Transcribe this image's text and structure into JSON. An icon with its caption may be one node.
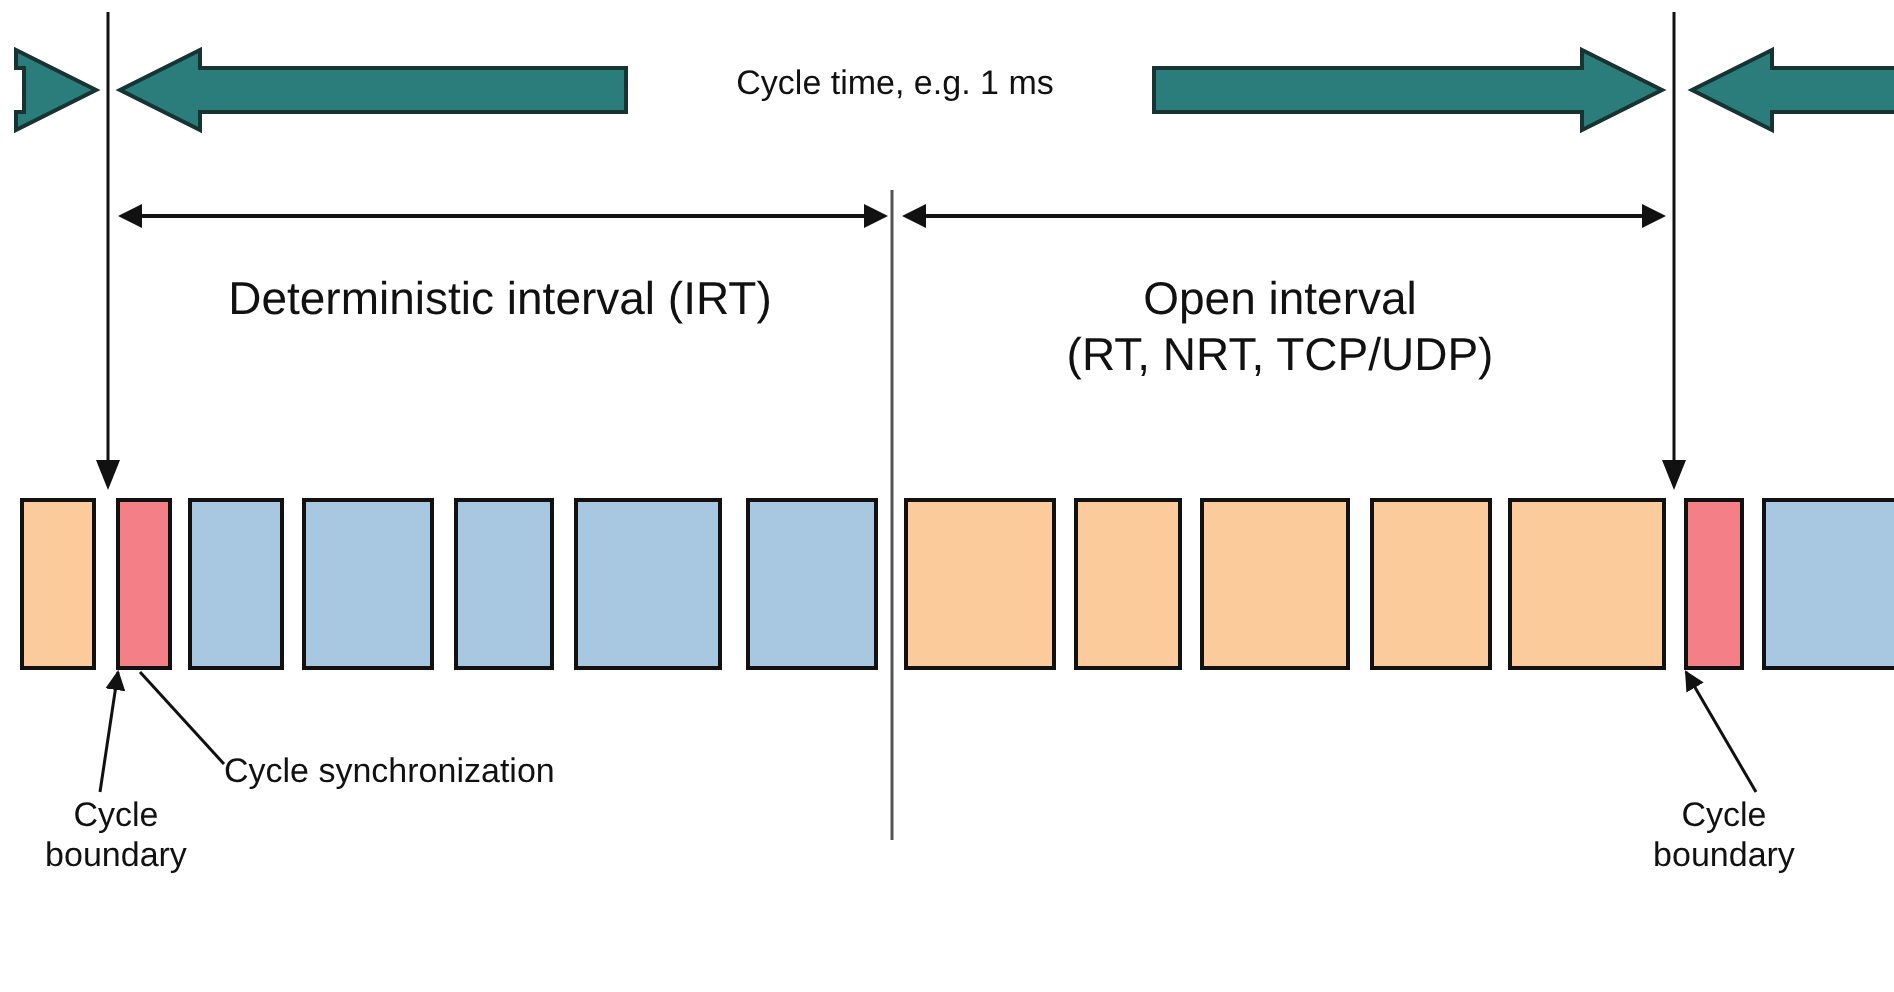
{
  "diagram": {
    "nodes": [
      {
        "text": [],
        "shape": "box"
      },
      {
        "text": [],
        "shape": "box"
      },
      {
        "text": [],
        "shape": "box"
      },
      {
        "text": [],
        "shape": "box"
      },
      {
        "text": [],
        "shape": "box"
      },
      {
        "text": [],
        "shape": "box"
      },
      {
        "text": [],
        "shape": "box"
      },
      {
        "text": [],
        "shape": "box"
      },
      {
        "text": [],
        "shape": "box"
      },
      {
        "text": [],
        "shape": "box"
      },
      {
        "text": [],
        "shape": "box"
      },
      {
        "text": [],
        "shape": "box"
      },
      {
        "text": [],
        "shape": "box"
      },
      {
        "text": [],
        "shape": "box"
      },
      {
        "text": [
          "Cycle synchronization"
        ]
      },
      {
        "text": [
          "Cycle boundary"
        ]
      },
      {
        "text": [
          "Cycle boundary"
        ]
      }
    ],
    "edges": [
      {
        "from": 14,
        "to": 1,
        "arrow": "none"
      },
      {
        "from": 15,
        "to": 1,
        "arrow": "to"
      },
      {
        "from": 16,
        "to": 12,
        "arrow": "to"
      }
    ],
    "labels": [
      "Cycle time, e.g. 1 ms",
      "Deterministic interval (IRT)",
      "Open interval (RT, NRT, TCP/UDP)"
    ]
  }
}
